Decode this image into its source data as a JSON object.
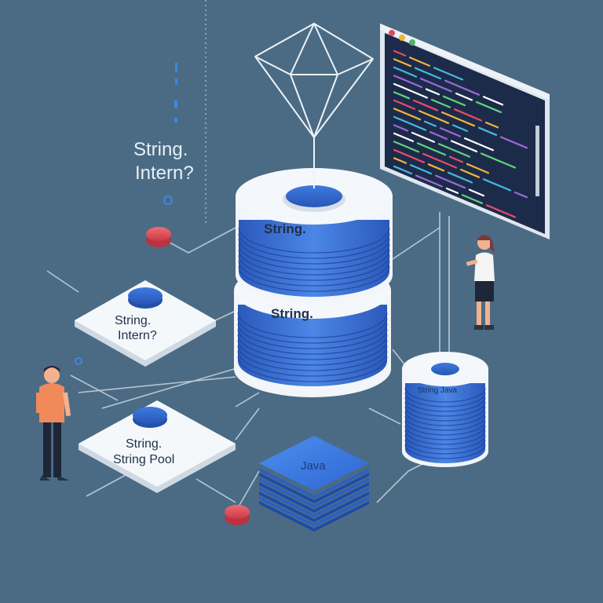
{
  "floating_label": {
    "line1": "String.",
    "line2": "Intern?"
  },
  "main_stack": {
    "top_label": "String.",
    "mid_label": "String."
  },
  "node_intern": {
    "line1": "String.",
    "line2": "Intern?"
  },
  "node_pool": {
    "line1": "String.",
    "line2": "String Pool"
  },
  "small_stack": {
    "label": "String Java"
  },
  "java_block": {
    "label": "Java"
  },
  "code_window": {
    "line_colors": [
      "#e94b6a",
      "#f0b43c",
      "#47b8e0",
      "#9b6bd6",
      "#ffffff",
      "#5fd37a"
    ],
    "lines": 15
  },
  "colors": {
    "background": "#4b6b84",
    "disk_blue": "#2f64c8",
    "disk_white": "#f4f7fb",
    "accent_red": "#e04a55",
    "code_bg": "#1d2b4a"
  }
}
